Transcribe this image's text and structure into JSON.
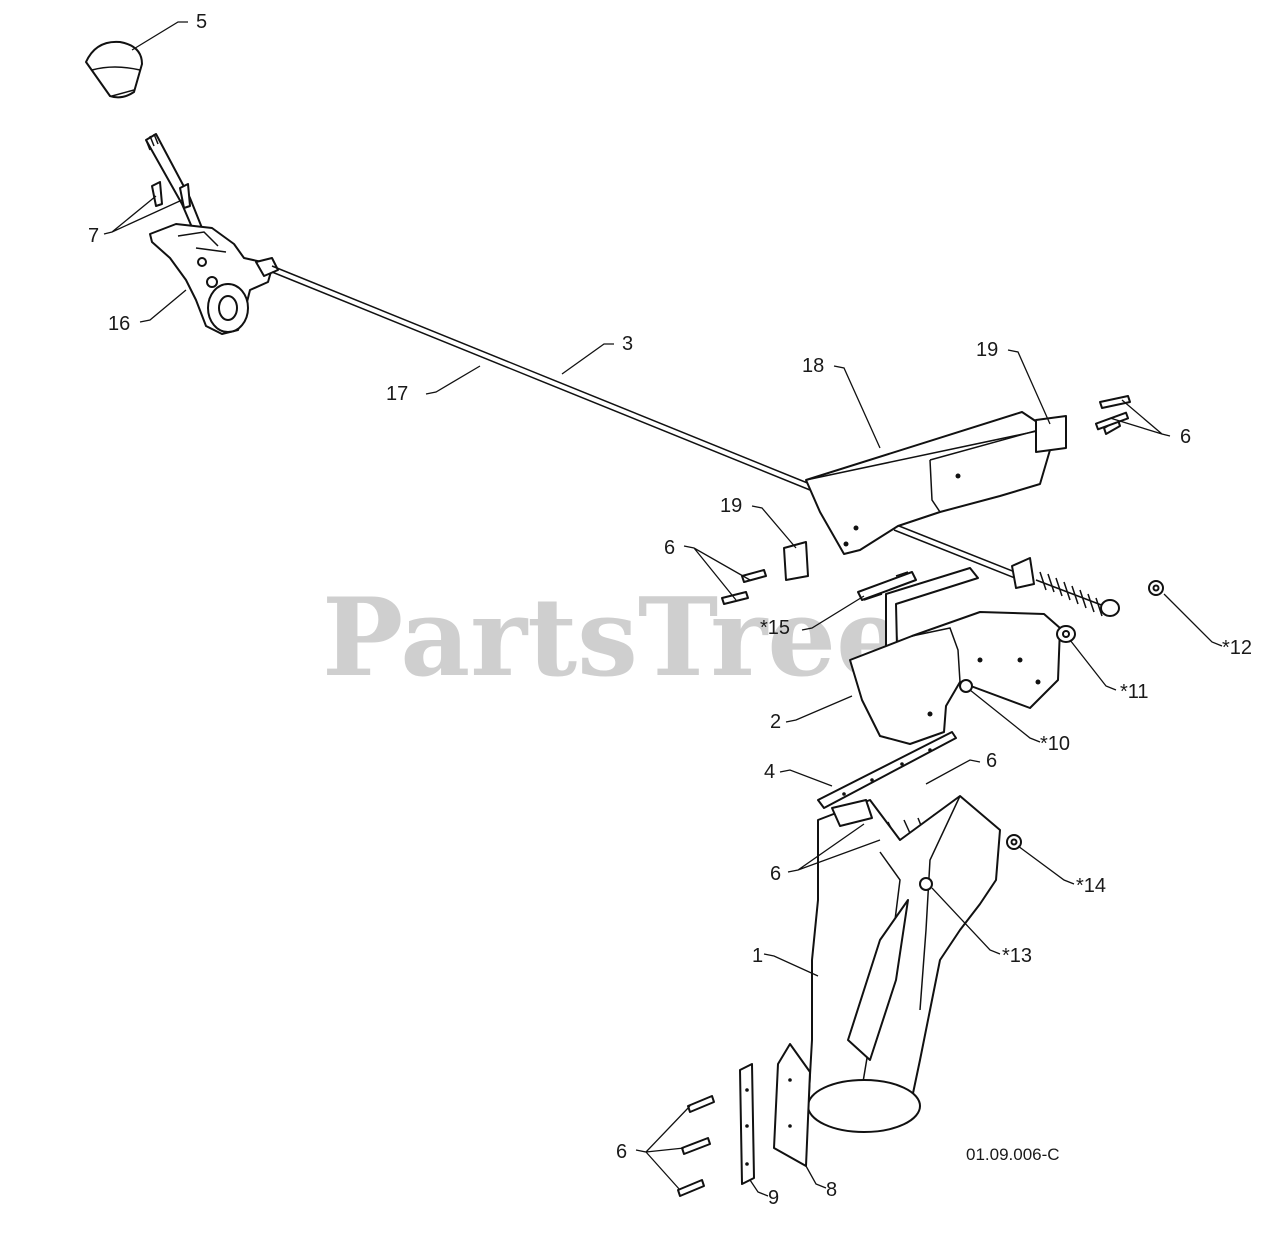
{
  "watermark": "PartsTree",
  "drawing_code": "01.09.006-C",
  "callouts": {
    "c1": "1",
    "c2": "2",
    "c3": "3",
    "c4": "4",
    "c5": "5",
    "c6a": "6",
    "c6b": "6",
    "c6c": "6",
    "c6d": "6",
    "c6e": "6",
    "c7": "7",
    "c8": "8",
    "c9": "9",
    "c10": "*10",
    "c11": "*11",
    "c12": "*12",
    "c13": "*13",
    "c14": "*14",
    "c15": "*15",
    "c16": "16",
    "c17": "17",
    "c18": "18",
    "c19a": "19",
    "c19b": "19"
  }
}
